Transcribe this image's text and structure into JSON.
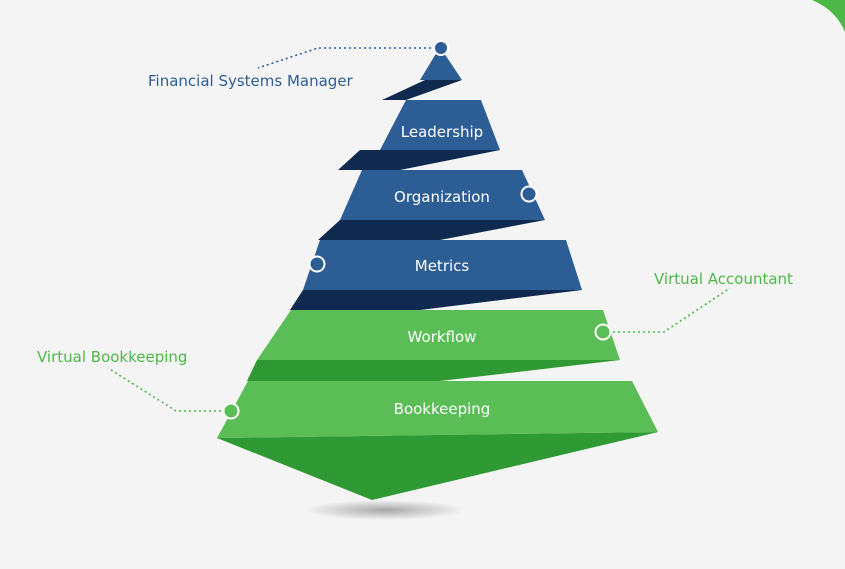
{
  "colors": {
    "background": "#f4f4f4",
    "blue_face": "#2d5d95",
    "blue_fold": "#0f2a4e",
    "green_face": "#5bbd56",
    "green_fold": "#2f9a34",
    "blue_text": "#2d5d95",
    "green_text": "#4db848",
    "corner_accent": "#4db848"
  },
  "pyramid": {
    "tiers": [
      {
        "label": "Leadership",
        "color": "blue"
      },
      {
        "label": "Organization",
        "color": "blue"
      },
      {
        "label": "Metrics",
        "color": "blue"
      },
      {
        "label": "Workflow",
        "color": "green"
      },
      {
        "label": "Bookkeeping",
        "color": "green"
      }
    ]
  },
  "callouts": {
    "financial_systems_manager": "Financial Systems Manager",
    "virtual_accountant": "Virtual Accountant",
    "virtual_bookkeeping": "Virtual Bookkeeping"
  }
}
